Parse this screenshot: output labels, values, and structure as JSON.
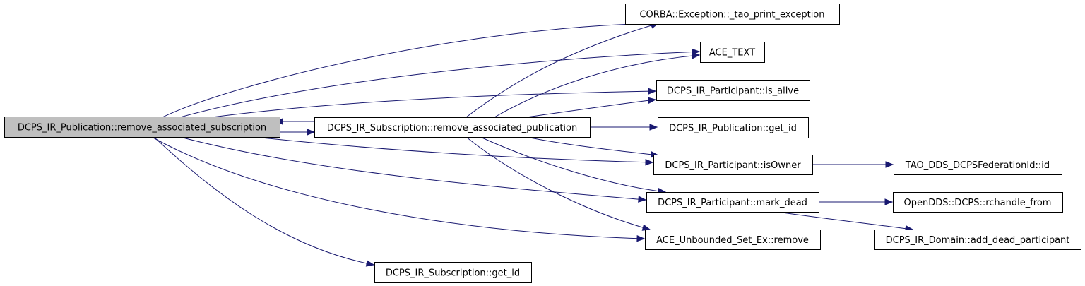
{
  "nodes": [
    {
      "id": "root",
      "label": "DCPS_IR_Publication::remove_associated_subscription"
    },
    {
      "id": "sub_remove",
      "label": "DCPS_IR_Subscription::remove_associated_publication"
    },
    {
      "id": "corba",
      "label": "CORBA::Exception::_tao_print_exception"
    },
    {
      "id": "ace_text",
      "label": "ACE_TEXT"
    },
    {
      "id": "is_alive",
      "label": "DCPS_IR_Participant::is_alive"
    },
    {
      "id": "pub_get_id",
      "label": "DCPS_IR_Publication::get_id"
    },
    {
      "id": "is_owner",
      "label": "DCPS_IR_Participant::isOwner"
    },
    {
      "id": "fed_id",
      "label": "TAO_DDS_DCPSFederationId::id"
    },
    {
      "id": "mark_dead",
      "label": "DCPS_IR_Participant::mark_dead"
    },
    {
      "id": "rchandle",
      "label": "OpenDDS::DCPS::rchandle_from"
    },
    {
      "id": "set_remove",
      "label": "ACE_Unbounded_Set_Ex::remove"
    },
    {
      "id": "add_dead",
      "label": "DCPS_IR_Domain::add_dead_participant"
    },
    {
      "id": "sub_get_id",
      "label": "DCPS_IR_Subscription::get_id"
    }
  ],
  "edges": [
    {
      "from": "root",
      "to": "corba"
    },
    {
      "from": "root",
      "to": "ace_text"
    },
    {
      "from": "root",
      "to": "is_alive"
    },
    {
      "from": "root",
      "to": "sub_remove"
    },
    {
      "from": "root",
      "to": "is_owner"
    },
    {
      "from": "root",
      "to": "mark_dead"
    },
    {
      "from": "root",
      "to": "set_remove"
    },
    {
      "from": "root",
      "to": "sub_get_id"
    },
    {
      "from": "sub_remove",
      "to": "root"
    },
    {
      "from": "sub_remove",
      "to": "corba"
    },
    {
      "from": "sub_remove",
      "to": "ace_text"
    },
    {
      "from": "sub_remove",
      "to": "is_alive"
    },
    {
      "from": "sub_remove",
      "to": "pub_get_id"
    },
    {
      "from": "sub_remove",
      "to": "is_owner"
    },
    {
      "from": "sub_remove",
      "to": "mark_dead"
    },
    {
      "from": "sub_remove",
      "to": "set_remove"
    },
    {
      "from": "is_owner",
      "to": "fed_id"
    },
    {
      "from": "mark_dead",
      "to": "rchandle"
    },
    {
      "from": "mark_dead",
      "to": "add_dead"
    }
  ],
  "colors": {
    "edge": "#191970",
    "root_fill": "#bfbfbf",
    "node_fill": "#ffffff",
    "border": "#000000"
  }
}
